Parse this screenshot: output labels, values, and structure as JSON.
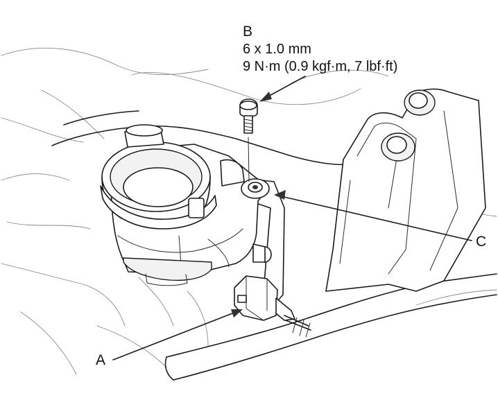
{
  "callouts": {
    "a": "A",
    "b": "B",
    "c": "C"
  },
  "bolt_spec": {
    "size": "6 x 1.0 mm",
    "torque": "9 N·m (0.9 kgf·m, 7 lbf·ft)"
  }
}
